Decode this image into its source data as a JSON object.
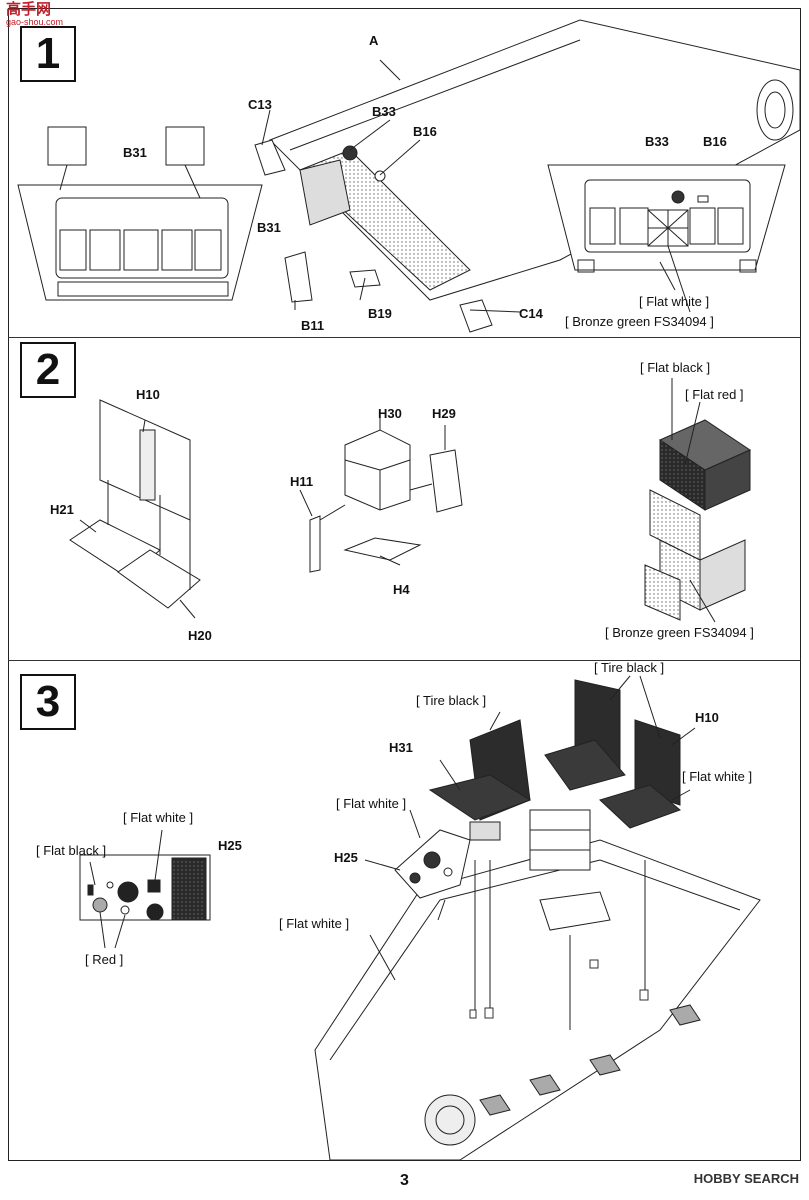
{
  "watermark": {
    "title": "高手网",
    "url": "gao-shou.com"
  },
  "steps": [
    {
      "number": "1"
    },
    {
      "number": "2"
    },
    {
      "number": "3"
    }
  ],
  "step1": {
    "parts": {
      "a": "A",
      "b31_left": "B31",
      "b31_mid": "B31",
      "c13": "C13",
      "b33": "B33",
      "b16": "B16",
      "b11": "B11",
      "b19": "B19",
      "c14": "C14",
      "b33_r": "B33",
      "b16_r": "B16"
    },
    "notes": {
      "flat_white": "[ Flat white ]",
      "bronze_green": "[ Bronze green FS34094 ]"
    }
  },
  "step2": {
    "parts": {
      "h10": "H10",
      "h21": "H21",
      "h20": "H20",
      "h30": "H30",
      "h29": "H29",
      "h11": "H11",
      "h4": "H4"
    },
    "notes": {
      "flat_black": "[ Flat black ]",
      "flat_red": "[ Flat red ]",
      "bronze_green": "[ Bronze green FS34094 ]"
    }
  },
  "step3": {
    "parts": {
      "h25_panel": "H25",
      "h31": "H31",
      "h25": "H25",
      "h10": "H10"
    },
    "notes": {
      "flat_white_panel": "[ Flat white ]",
      "flat_black_panel": "[ Flat black ]",
      "red": "[ Red ]",
      "tire_black_left": "[ Tire black ]",
      "tire_black_right": "[ Tire black ]",
      "flat_white_h25": "[ Flat white ]",
      "flat_white_hull": "[ Flat white ]",
      "flat_white_seat": "[ Flat white ]"
    }
  },
  "footer": {
    "page": "3",
    "brand": "HOBBY SEARCH"
  }
}
